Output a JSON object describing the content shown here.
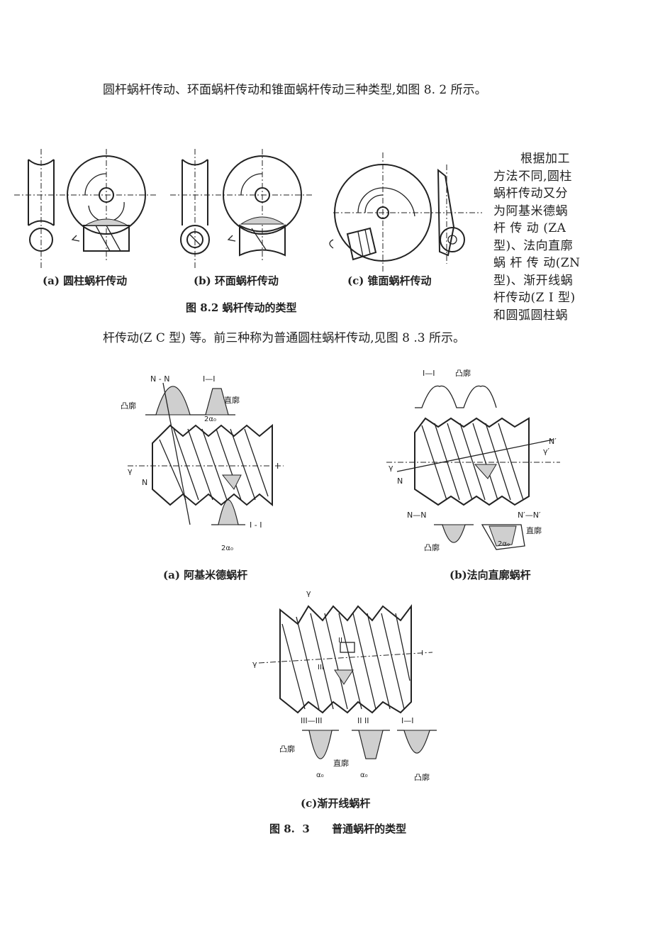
{
  "page": {
    "intro_line": "圆杆蜗杆传动、环面蜗杆传动和锥面蜗杆传动三种类型,如图 8. 2 所示。",
    "side_text_lines": [
      "根据加工",
      "方法不同,圆柱",
      "蜗杆传动又分",
      "为阿基米德蜗",
      "杆 传 动 (ZA",
      "型)、法向直廓",
      "蜗 杆 传 动(ZN",
      "型)、渐开线蜗",
      "杆传动(Z I 型)",
      "和圆弧圆柱蜗"
    ],
    "continuation_line": "杆传动(Z C 型) 等。前三种称为普通圆柱蜗杆传动,见图 8 .3 所示。"
  },
  "figure_8_2": {
    "captions": {
      "a": "(a) 圆柱蜗杆传动",
      "b": "(b) 环面蜗杆传动",
      "c": "(c) 锥面蜗杆传动"
    },
    "title": "图 8.2  蜗杆传动的类型"
  },
  "figure_8_3": {
    "captions": {
      "a": "(a) 阿基米德蜗杆",
      "b": "(b)法向直廓蜗杆",
      "c": "(c)渐开线蜗杆"
    },
    "title": "图 8.  3      普通蜗杆的类型",
    "labels_a": {
      "section_nn": "N - N",
      "section_ii": "I—I",
      "convex": "凸廓",
      "straight": "直廓",
      "alpha": "2α₀",
      "axis_i": "I",
      "gamma": "γ",
      "n": "N",
      "section_ii2": "I - I",
      "alpha2": "2α₀"
    },
    "labels_b": {
      "section_ii": "I—I",
      "convex_top": "凸廓",
      "nn": "N—N",
      "nn_prime": "N′—N′",
      "convex_bottom": "凸廓",
      "straight": "直廓",
      "alpha": "2α₀",
      "gamma": "γ",
      "gamma2": "γ′",
      "n_prime": "N′",
      "n": "N"
    },
    "labels_c": {
      "gamma": "γ",
      "gamma2": "γ",
      "ii": "II",
      "iii": "III",
      "i": "I",
      "sec3": "III—III",
      "sec2": "II  II",
      "sec1": "I—I",
      "convex": "凸廓",
      "straight": "直廓",
      "convex2": "凸廓",
      "alpha1": "α₀",
      "alpha2": "α₀"
    }
  }
}
